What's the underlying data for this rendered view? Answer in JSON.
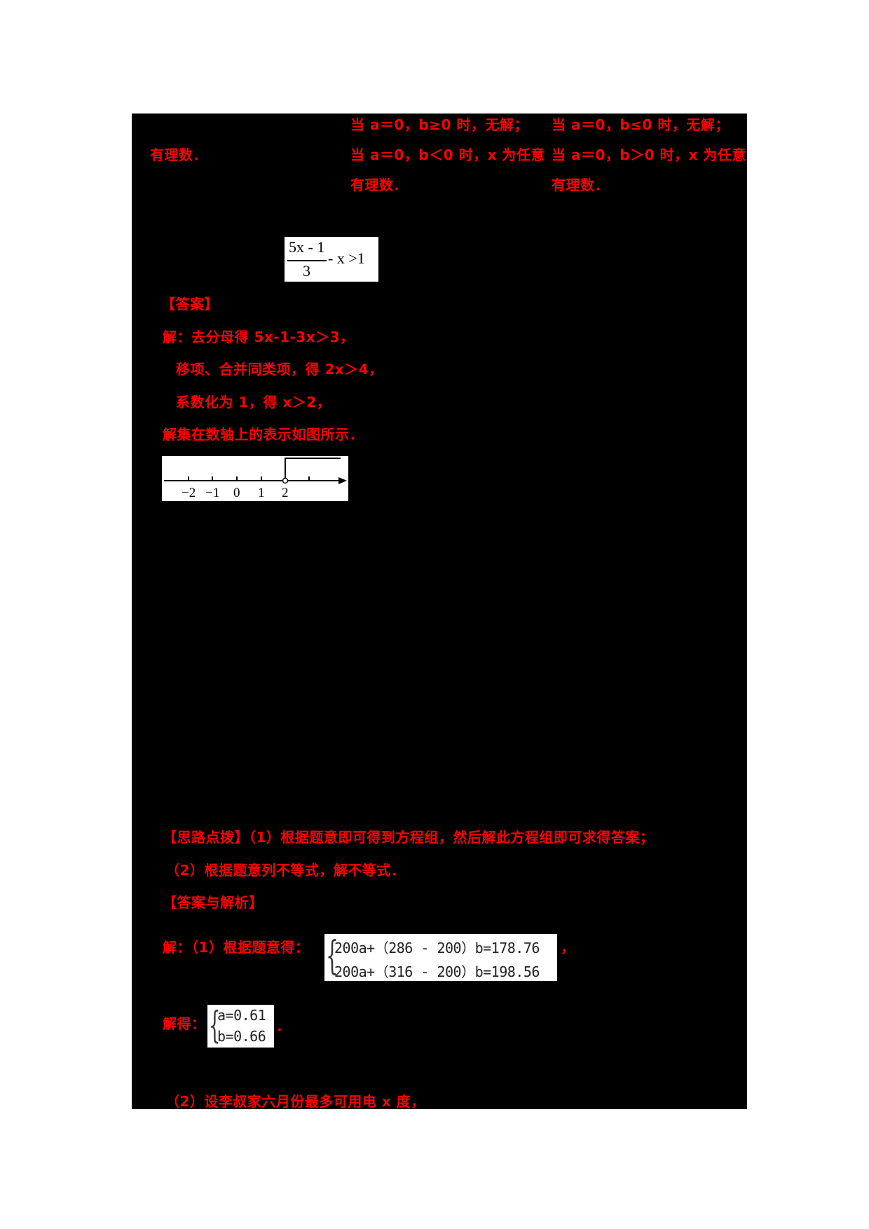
{
  "colors": {
    "text": "#ff0000",
    "background": "#000000",
    "page": "#ffffff"
  },
  "table_rows": {
    "col1_row2": "有理数．",
    "col2": [
      "当 a＝0，b≥0 时，无解；",
      "当 a＝0，b＜0 时，x 为任意",
      "有理数．"
    ],
    "col3": [
      "当 a＝0，b≤0 时，无解；",
      "当 a＝0，b＞0 时，x 为任意",
      "有理数．"
    ]
  },
  "formula": {
    "numerator": "5x - 1",
    "denominator": "3",
    "rest": "- x >1"
  },
  "answer": {
    "heading": "【答案】",
    "step1": "解：去分母得 5x-1-3x＞3，",
    "step2": "移项、合并同类项，得 2x＞4，",
    "step3": "系数化为 1，得 x＞2，",
    "step4": "解集在数轴上的表示如图所示．"
  },
  "number_line": {
    "ticks": [
      "−2",
      "−1",
      "0",
      "1",
      "2"
    ],
    "boundary": "2",
    "open_circle": true,
    "direction": "right"
  },
  "hint": {
    "line1": "【思路点拨】（1）根据题意即可得到方程组，然后解此方程组即可求得答案；",
    "line2": "（2）根据题意列不等式，解不等式．",
    "heading2": "【答案与解析】"
  },
  "solution": {
    "part1_label": "解：（1）根据题意得：",
    "system": [
      "200a+（286 - 200）b=178.76",
      "200a+（316 - 200）b=198.56"
    ],
    "comma": "，",
    "solved_label": "解得：",
    "solved": [
      "a=0.61",
      "b=0.66"
    ],
    "period": "．",
    "part2": "（2）设李叔家六月份最多可用电 x 度，"
  }
}
